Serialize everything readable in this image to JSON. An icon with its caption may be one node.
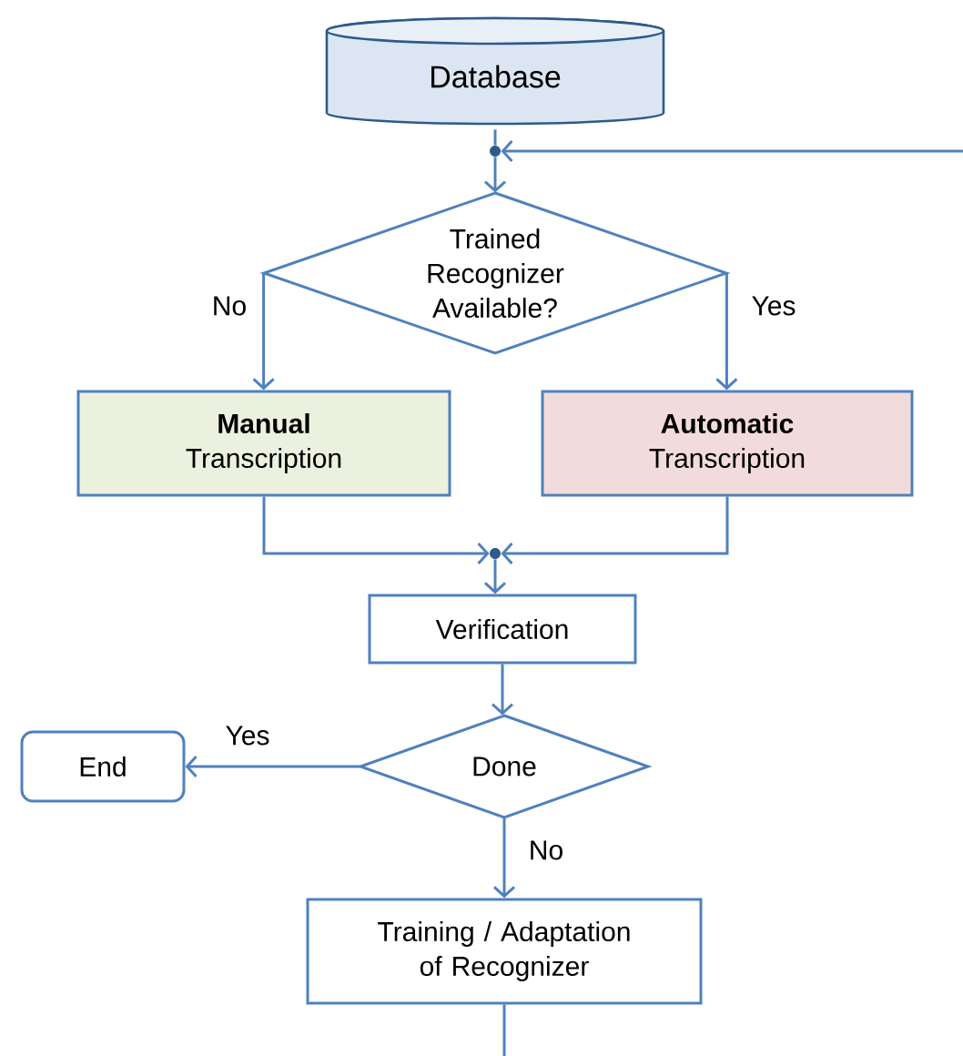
{
  "diagram": {
    "nodes": [
      {
        "text": [
          "Database"
        ]
      },
      {
        "text": [],
        "shape": "circle"
      },
      {
        "text": [
          "Trained Recognizer Available?"
        ]
      },
      {
        "text": [
          "**Manual** Transcription"
        ]
      },
      {
        "text": [
          "**Automatic** Transcription"
        ]
      },
      {
        "text": [],
        "shape": "circle"
      },
      {
        "text": [
          "Verification"
        ]
      },
      {
        "text": [
          "Done"
        ]
      },
      {
        "text": [
          "End"
        ]
      },
      {
        "text": [
          "Training / Adaptation of Recognizer"
        ]
      }
    ],
    "edges": [
      {
        "from": 0,
        "to": 1,
        "arrow": "none"
      },
      {
        "from": 1,
        "to": 2,
        "arrow": "to"
      },
      {
        "from": 2,
        "to": 3,
        "arrow": "to",
        "label": "No"
      },
      {
        "from": 2,
        "to": 4,
        "arrow": "to",
        "label": "Yes"
      },
      {
        "from": 3,
        "to": 5,
        "arrow": "to"
      },
      {
        "from": 4,
        "to": 5,
        "arrow": "to"
      },
      {
        "from": 5,
        "to": 6,
        "arrow": "to"
      },
      {
        "from": 6,
        "to": 7,
        "arrow": "to"
      },
      {
        "from": 7,
        "to": 8,
        "arrow": "to",
        "label": "Yes"
      },
      {
        "from": 7,
        "to": 9,
        "arrow": "to",
        "label": "No"
      },
      {
        "from": 9,
        "to": null,
        "arrow": "none"
      },
      {
        "from": null,
        "to": 1,
        "arrow": "to"
      }
    ]
  }
}
